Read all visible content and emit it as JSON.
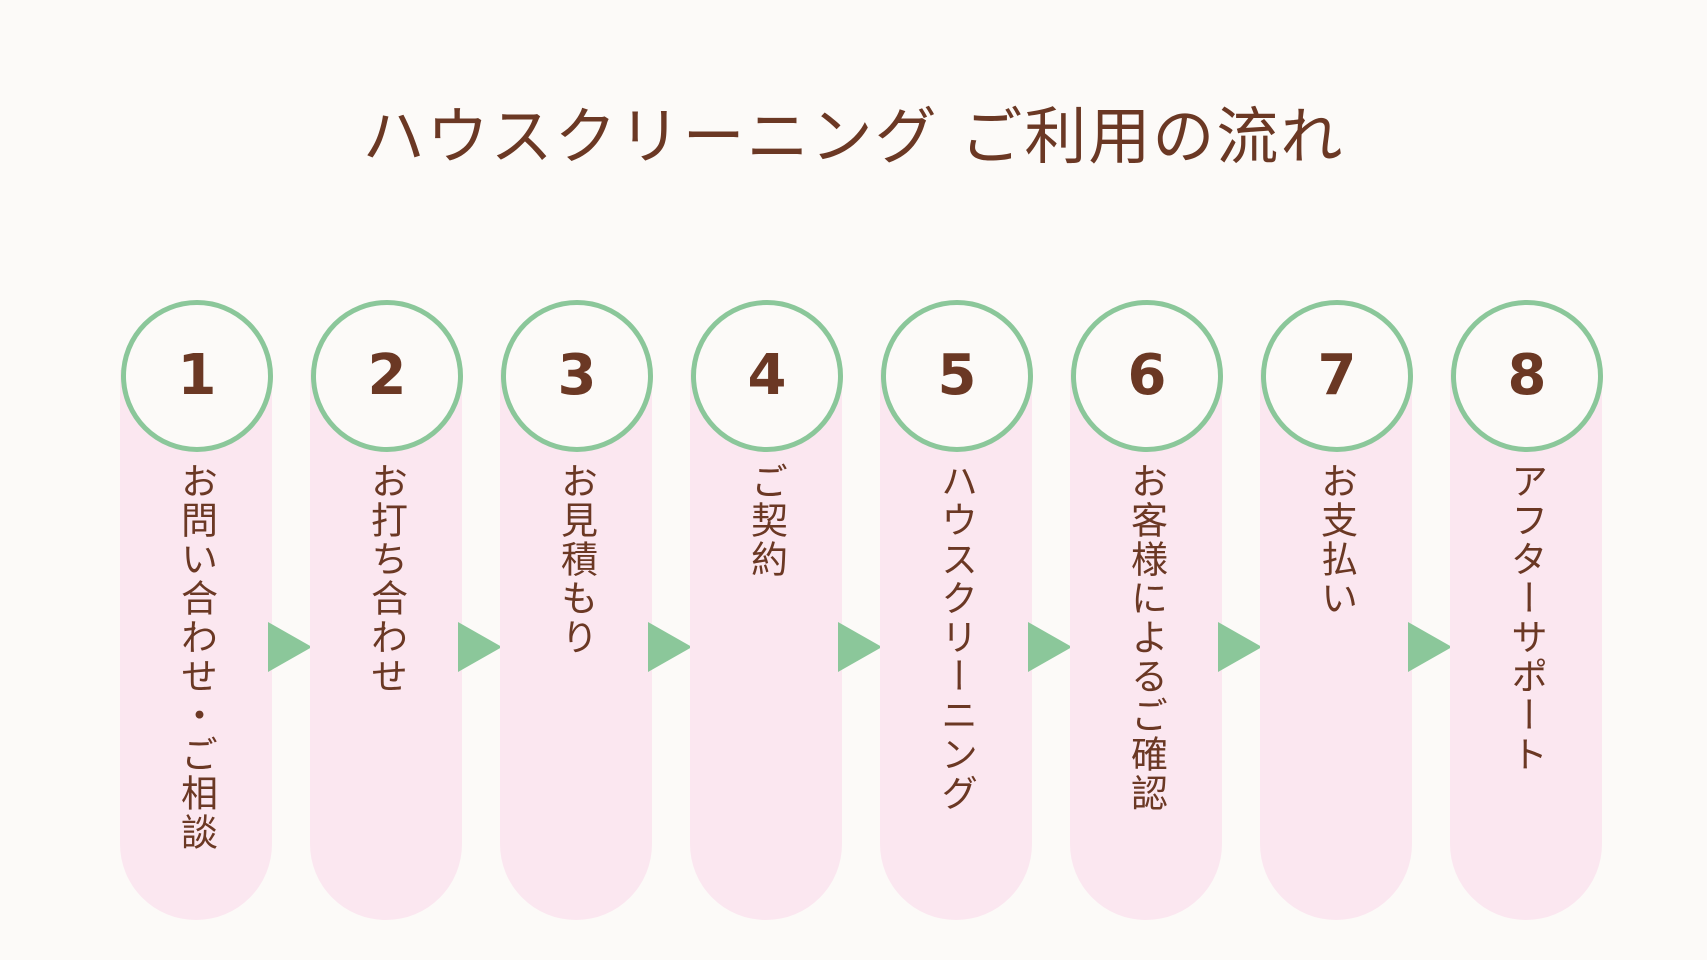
{
  "title": "ハウスクリーニング ご利用の流れ",
  "colors": {
    "background": "#fcfaf8",
    "text": "#6b3824",
    "circle_border": "#8bc79a",
    "pill_fill": "#fbe7f0",
    "arrow": "#8bc79a"
  },
  "steps": [
    {
      "number": "1",
      "label": "お問い合わせ・ご相談"
    },
    {
      "number": "2",
      "label": "お打ち合わせ"
    },
    {
      "number": "3",
      "label": "お見積もり"
    },
    {
      "number": "4",
      "label": "ご契約"
    },
    {
      "number": "5",
      "label": "ハウスクリーニング"
    },
    {
      "number": "6",
      "label": "お客様によるご確認"
    },
    {
      "number": "7",
      "label": "お支払い"
    },
    {
      "number": "8",
      "label": "アフターサポート"
    }
  ]
}
